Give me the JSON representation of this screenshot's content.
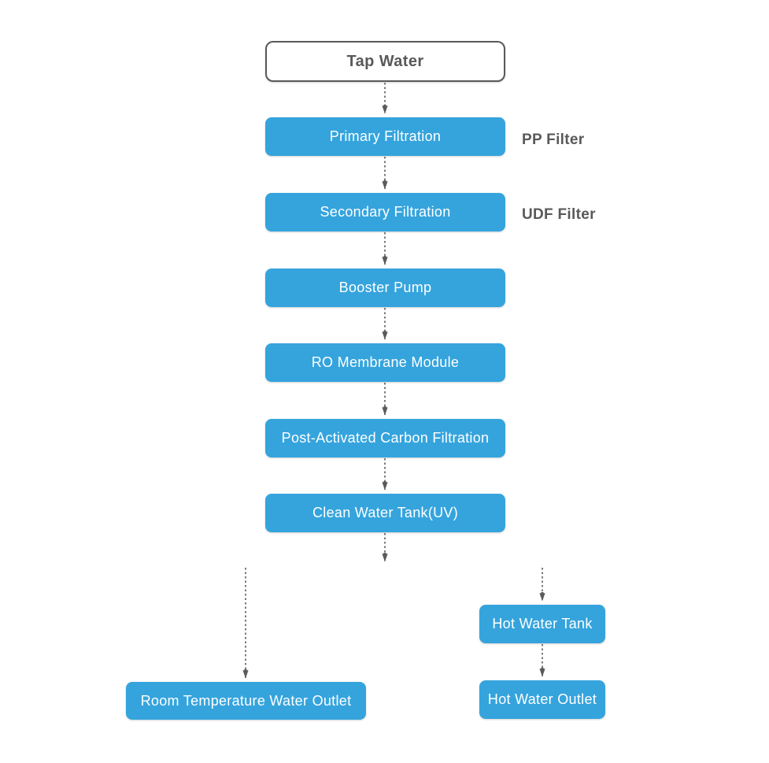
{
  "diagram": {
    "type": "flowchart",
    "subject": "Water purifier filtration process",
    "colors": {
      "process_node_fill": "#35A4DD",
      "process_node_text": "#FFFFFF",
      "start_node_fill": "#FFFFFF",
      "start_node_border": "#595959",
      "start_node_text": "#595959",
      "side_label_text": "#595959",
      "arrow": "#5A5A5A",
      "background": "#FFFFFF"
    },
    "arrow_style": "dashed"
  },
  "nodes": {
    "tap_water": {
      "label": "Tap Water",
      "type": "start"
    },
    "primary_filtration": {
      "label": "Primary Filtration",
      "type": "process"
    },
    "secondary_filtration": {
      "label": "Secondary Filtration",
      "type": "process"
    },
    "booster_pump": {
      "label": "Booster Pump",
      "type": "process"
    },
    "ro_membrane_module": {
      "label": "RO Membrane Module",
      "type": "process"
    },
    "post_activated_carbon_filtration": {
      "label": "Post-Activated Carbon Filtration",
      "type": "process"
    },
    "clean_water_tank_uv": {
      "label": "Clean Water Tank(UV)",
      "type": "process"
    },
    "room_temperature_water_outlet": {
      "label": "Room Temperature Water Outlet",
      "type": "process"
    },
    "hot_water_tank": {
      "label": "Hot Water Tank",
      "type": "process"
    },
    "hot_water_outlet": {
      "label": "Hot Water Outlet",
      "type": "process"
    }
  },
  "annotations": {
    "pp_filter": {
      "label": "PP Filter",
      "attached_to": "primary_filtration"
    },
    "udf_filter": {
      "label": "UDF Filter",
      "attached_to": "secondary_filtration"
    }
  },
  "edges": [
    {
      "from": "tap_water",
      "to": "primary_filtration",
      "style": "dashed"
    },
    {
      "from": "primary_filtration",
      "to": "secondary_filtration",
      "style": "dashed"
    },
    {
      "from": "secondary_filtration",
      "to": "booster_pump",
      "style": "dashed"
    },
    {
      "from": "booster_pump",
      "to": "ro_membrane_module",
      "style": "dashed"
    },
    {
      "from": "ro_membrane_module",
      "to": "post_activated_carbon_filtration",
      "style": "dashed"
    },
    {
      "from": "post_activated_carbon_filtration",
      "to": "clean_water_tank_uv",
      "style": "dashed"
    },
    {
      "from": "clean_water_tank_uv",
      "to": null,
      "style": "dashed",
      "note": "short free-ending arrow below tank"
    },
    {
      "from": null,
      "to": "room_temperature_water_outlet",
      "style": "dashed"
    },
    {
      "from": null,
      "to": "hot_water_tank",
      "style": "dashed"
    },
    {
      "from": "hot_water_tank",
      "to": "hot_water_outlet",
      "style": "dashed"
    }
  ]
}
